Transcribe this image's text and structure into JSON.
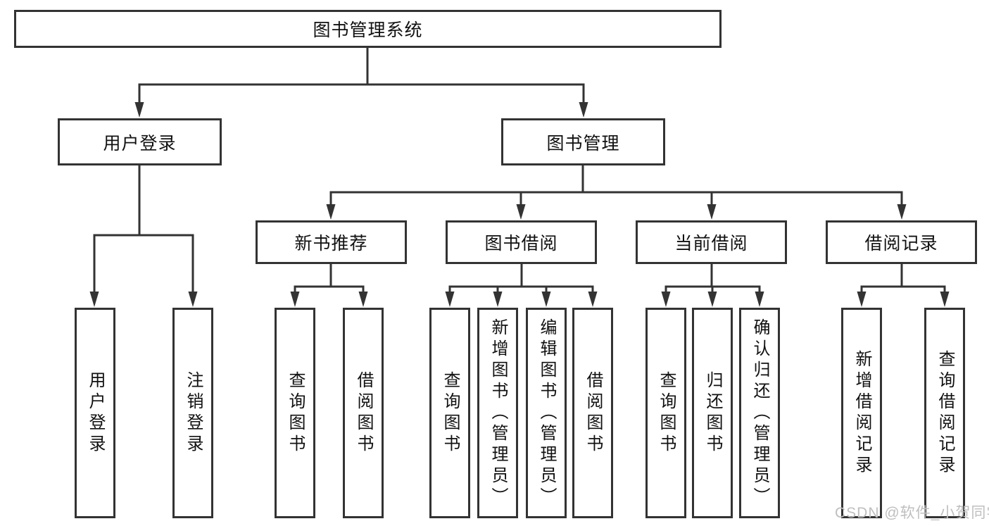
{
  "diagram": {
    "root": "图书管理系统",
    "branches": {
      "user_login": {
        "label": "用户登录",
        "children": [
          "用户登录",
          "注销登录"
        ]
      },
      "book_management": {
        "label": "图书管理",
        "groups": [
          {
            "label": "新书推荐",
            "children": [
              "查询图书",
              "借阅图书"
            ]
          },
          {
            "label": "图书借阅",
            "children": [
              "查询图书",
              "新增图书（管理员）",
              "编辑图书（管理员）",
              "借阅图书"
            ]
          },
          {
            "label": "当前借阅",
            "children": [
              "查询图书",
              "归还图书",
              "确认归还（管理员）"
            ]
          },
          {
            "label": "借阅记录",
            "children": [
              "新增借阅记录",
              "查询借阅记录"
            ]
          }
        ]
      }
    }
  },
  "watermark": "CSDN @软件_小贺同学",
  "colors": {
    "border": "#333333",
    "line": "#333333",
    "text": "#111111",
    "watermark": "#bfbfbf",
    "background": "#ffffff"
  }
}
